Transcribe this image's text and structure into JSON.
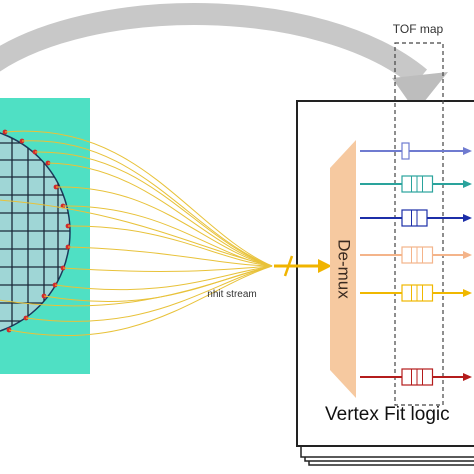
{
  "labels": {
    "tof_map": "TOF map",
    "nhit_stream": "nhit stream",
    "demux": "De-mux",
    "vertex_fit": "Vertex Fit logic"
  },
  "colors": {
    "background": "#ffffff",
    "detector_panel": "#4fe0c4",
    "detector_grid_fill": "#9fd6d6",
    "hit_dot": "#d12a2a",
    "fiber_lines": "#e8c23a",
    "stream_arrow": "#f0b400",
    "demux_block": "#f6c9a0",
    "curved_arrow": "#c8c8c8",
    "card_border": "#222222",
    "tof_dashed_box": "#444444"
  },
  "channels": [
    {
      "color": "#6f7bd0",
      "buffer_cells": 1
    },
    {
      "color": "#2aa39c",
      "buffer_cells": 3
    },
    {
      "color": "#1c2ea8",
      "buffer_cells": 2
    },
    {
      "color": "#f4b48a",
      "buffer_cells": 3
    },
    {
      "color": "#f0b800",
      "buffer_cells": 3
    },
    {
      "color": "#b41c1c",
      "buffer_cells": 3
    }
  ]
}
